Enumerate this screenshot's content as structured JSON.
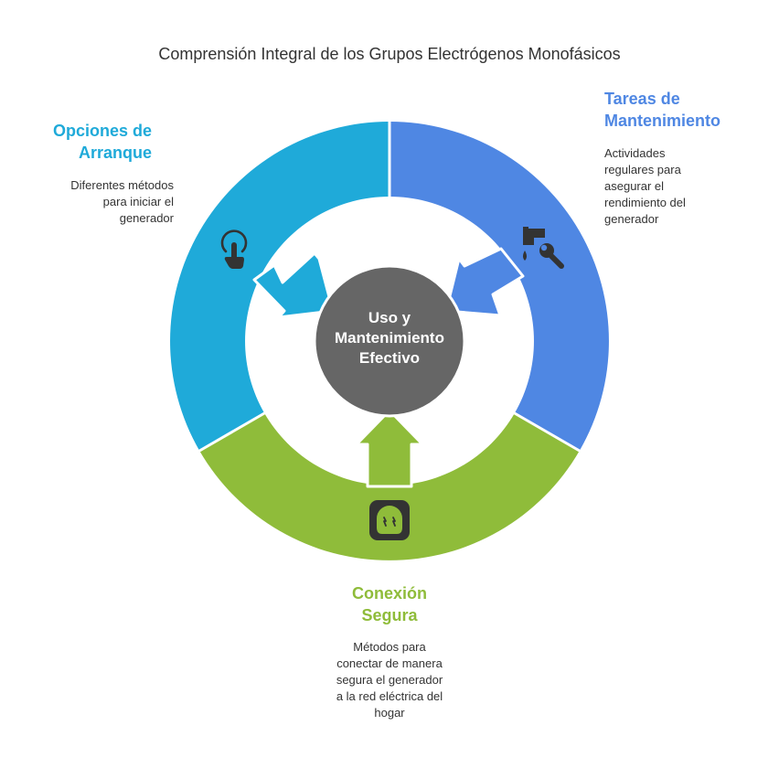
{
  "title": "Comprensión Integral de los Grupos Electrógenos Monofásicos",
  "center": {
    "line1": "Uso y",
    "line2": "Mantenimiento",
    "line3": "Efectivo"
  },
  "segments": {
    "start": {
      "title_line1": "Opciones de",
      "title_line2": "Arranque",
      "desc_line1": "Diferentes métodos",
      "desc_line2": "para iniciar el",
      "desc_line3": "generador",
      "color": "#1FAAD9",
      "icon": "hand-pointer-icon"
    },
    "maintenance": {
      "title_line1": "Tareas de",
      "title_line2": "Mantenimiento",
      "desc_line1": "Actividades",
      "desc_line2": "regulares para",
      "desc_line3": "asegurar el",
      "desc_line4": "rendimiento del",
      "desc_line5": "generador",
      "color": "#4F87E3",
      "icon": "faucet-wrench-icon"
    },
    "connection": {
      "title_line1": "Conexión",
      "title_line2": "Segura",
      "desc_line1": "Métodos para",
      "desc_line2": "conectar de manera",
      "desc_line3": "segura el generador",
      "desc_line4": "a la red eléctrica del",
      "desc_line5": "hogar",
      "color": "#8FBC3A",
      "icon": "power-outlet-icon"
    }
  },
  "center_color": "#666666"
}
